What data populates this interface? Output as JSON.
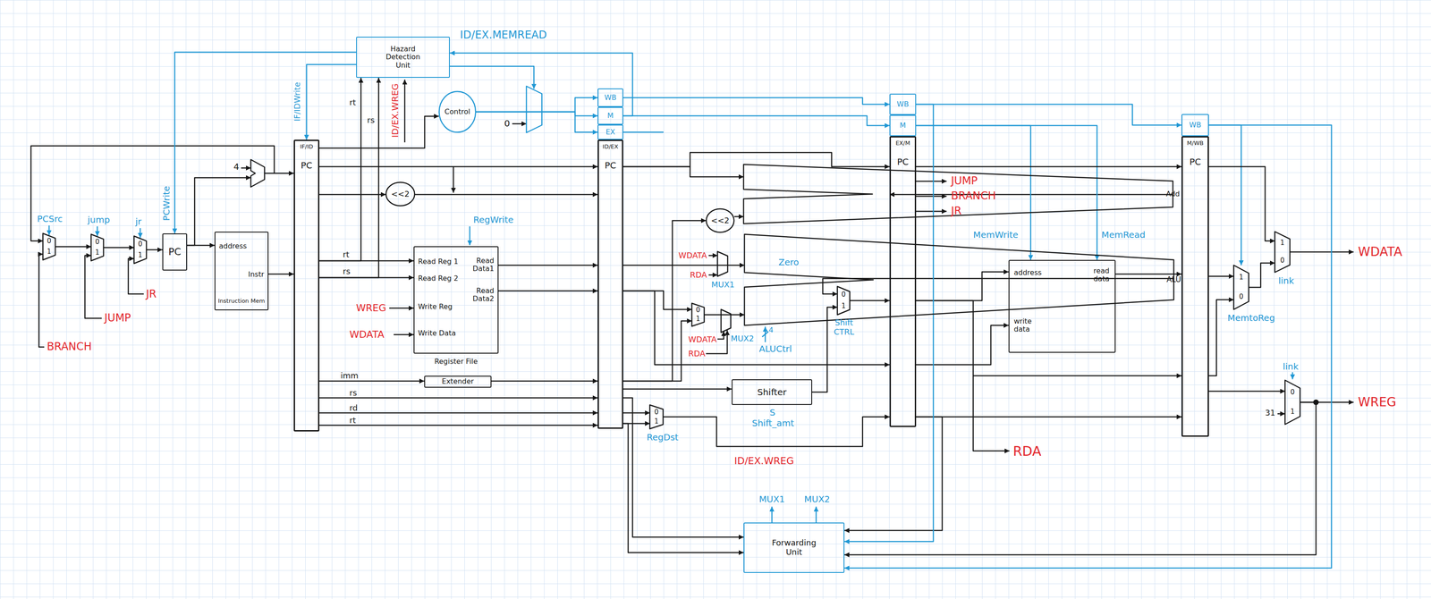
{
  "diagram": {
    "nodes": [
      {
        "text": [
          "0",
          "1"
        ]
      },
      {
        "text": [
          "0",
          "1"
        ]
      },
      {
        "text": [
          "0",
          "1"
        ]
      },
      {
        "text": [
          "PC"
        ]
      },
      {
        "text": [
          "address",
          "Instr",
          "Instruction Mem"
        ]
      },
      {
        "text": [
          "IF/ID",
          "PC"
        ]
      },
      {
        "text": [
          "Hazard Detection Unit"
        ]
      },
      {
        "text": [
          "Control"
        ]
      },
      {
        "text": [
          "<<2"
        ]
      },
      {
        "text": [
          "Read Reg 1",
          "Read Reg 2",
          "Write Reg",
          "Write Data",
          "Read Data1",
          "Read Data2",
          "Register File"
        ]
      },
      {
        "text": [
          "Extender"
        ]
      },
      {
        "text": [
          "WB"
        ]
      },
      {
        "text": [
          "M"
        ]
      },
      {
        "text": [
          "EX"
        ]
      },
      {
        "text": [
          "ID/EX",
          "PC"
        ]
      },
      {
        "text": [
          "Add"
        ]
      },
      {
        "text": [
          "<<2"
        ]
      },
      {
        "text": [
          "ALU"
        ]
      },
      {
        "text": [
          "0",
          "1"
        ]
      },
      {
        "text": [
          "0",
          "1"
        ]
      },
      {
        "text": [
          "Shifter"
        ]
      },
      {
        "text": [
          "0",
          "1"
        ]
      },
      {
        "text": [
          "WB"
        ]
      },
      {
        "text": [
          "M"
        ]
      },
      {
        "text": [
          "EX/M",
          "PC"
        ]
      },
      {
        "text": [
          "address",
          "read data",
          "write data"
        ]
      },
      {
        "text": [
          "WB"
        ]
      },
      {
        "text": [
          "M/WB",
          "PC"
        ]
      },
      {
        "text": [
          "1",
          "0"
        ]
      },
      {
        "text": [
          "1",
          "0"
        ]
      },
      {
        "text": [
          "0",
          "1"
        ]
      },
      {
        "text": [
          "Forwarding Unit"
        ]
      }
    ],
    "edges": [
      {
        "from": 0,
        "to": 1,
        "arrow": "to"
      },
      {
        "from": 1,
        "to": 2,
        "arrow": "to"
      },
      {
        "from": 2,
        "to": 3,
        "arrow": "to"
      },
      {
        "from": 3,
        "to": 4,
        "arrow": "to"
      },
      {
        "from": 4,
        "to": 5,
        "arrow": "to"
      },
      {
        "from": 5,
        "to": 9,
        "arrow": "to"
      },
      {
        "from": 5,
        "to": 9,
        "arrow": "to"
      },
      {
        "from": 5,
        "to": 10,
        "arrow": "to"
      },
      {
        "from": 5,
        "to": 14,
        "arrow": "to"
      },
      {
        "from": 5,
        "to": 14,
        "arrow": "to"
      },
      {
        "from": 5,
        "to": 14,
        "arrow": "to"
      },
      {
        "from": 5,
        "to": 14,
        "arrow": "to"
      },
      {
        "from": 5,
        "to": 8,
        "arrow": "to"
      },
      {
        "from": 8,
        "to": 14,
        "arrow": "to"
      },
      {
        "from": 5,
        "to": 6,
        "arrow": "to"
      },
      {
        "from": 5,
        "to": 6,
        "arrow": "to"
      },
      {
        "from": 5,
        "to": 7,
        "arrow": "to"
      },
      {
        "from": 6,
        "to": 3,
        "arrow": "to"
      },
      {
        "from": 6,
        "to": 5,
        "arrow": "to"
      },
      {
        "from": 12,
        "to": 6,
        "arrow": "to"
      },
      {
        "from": 7,
        "to": 11,
        "arrow": "to"
      },
      {
        "from": 7,
        "to": 12,
        "arrow": "to"
      },
      {
        "from": 7,
        "to": 13,
        "arrow": "to"
      },
      {
        "from": 9,
        "to": 14,
        "arrow": "to"
      },
      {
        "from": 9,
        "to": 14,
        "arrow": "to"
      },
      {
        "from": 10,
        "to": 14,
        "arrow": "to"
      },
      {
        "from": 11,
        "to": 22,
        "arrow": "to"
      },
      {
        "from": 12,
        "to": 23,
        "arrow": "to"
      },
      {
        "from": 14,
        "to": 15,
        "arrow": "to"
      },
      {
        "from": 14,
        "to": 16,
        "arrow": "to"
      },
      {
        "from": 16,
        "to": 15,
        "arrow": "to"
      },
      {
        "from": 14,
        "to": 24,
        "arrow": "to"
      },
      {
        "from": 15,
        "to": 24,
        "arrow": "to"
      },
      {
        "from": 14,
        "to": 17,
        "arrow": "to"
      },
      {
        "from": 14,
        "to": 18,
        "arrow": "to"
      },
      {
        "from": 14,
        "to": 18,
        "arrow": "to"
      },
      {
        "from": 18,
        "to": 17,
        "arrow": "to"
      },
      {
        "from": 17,
        "to": 19,
        "arrow": "to"
      },
      {
        "from": 14,
        "to": 20,
        "arrow": "to"
      },
      {
        "from": 20,
        "to": 19,
        "arrow": "to"
      },
      {
        "from": 19,
        "to": 24,
        "arrow": "to"
      },
      {
        "from": 14,
        "to": 24,
        "arrow": "to"
      },
      {
        "from": 14,
        "to": 21,
        "arrow": "to"
      },
      {
        "from": 14,
        "to": 21,
        "arrow": "to"
      },
      {
        "from": 21,
        "to": 24,
        "arrow": "to"
      },
      {
        "from": 22,
        "to": 26,
        "arrow": "to"
      },
      {
        "from": 23,
        "to": 25,
        "arrow": "to"
      },
      {
        "from": 23,
        "to": 25,
        "arrow": "to"
      },
      {
        "from": 24,
        "to": 25,
        "arrow": "to"
      },
      {
        "from": 24,
        "to": 25,
        "arrow": "to"
      },
      {
        "from": 24,
        "to": 27,
        "arrow": "to"
      },
      {
        "from": 25,
        "to": 27,
        "arrow": "to"
      },
      {
        "from": 24,
        "to": 27,
        "arrow": "to"
      },
      {
        "from": 24,
        "to": 27,
        "arrow": "to"
      },
      {
        "from": 26,
        "to": 28,
        "arrow": "to"
      },
      {
        "from": 27,
        "to": 28,
        "arrow": "to"
      },
      {
        "from": 27,
        "to": 28,
        "arrow": "to"
      },
      {
        "from": 28,
        "to": 29,
        "arrow": "to"
      },
      {
        "from": 27,
        "to": 29,
        "arrow": "to"
      },
      {
        "from": 27,
        "to": 30,
        "arrow": "to"
      },
      {
        "from": 14,
        "to": 31,
        "arrow": "to"
      },
      {
        "from": 14,
        "to": 31,
        "arrow": "to"
      },
      {
        "from": 24,
        "to": 31,
        "arrow": "to"
      },
      {
        "from": 22,
        "to": 31,
        "arrow": "to"
      },
      {
        "from": 26,
        "to": 31,
        "arrow": "to"
      },
      {
        "from": 30,
        "to": 31,
        "arrow": "to"
      }
    ],
    "labels": [
      "PCSrc",
      "jump",
      "jr",
      "PCWrite",
      "JR",
      "JUMP",
      "BRANCH",
      "4",
      "IF/IDWrite",
      "ID/EX.MEMREAD",
      "rt",
      "rs",
      "ID/EX.WREG",
      "0",
      "rt",
      "rs",
      "WREG",
      "WDATA",
      "RegWrite",
      "imm",
      "rs",
      "rd",
      "rt",
      "JUMP",
      "BRANCH",
      "JR",
      "WDATA",
      "RDA",
      "MUX1",
      "WDATA",
      "RDA",
      "MUX2",
      "Zero",
      "4",
      "ALUCtrl",
      "Shift CTRL",
      "S",
      "Shift_amt",
      "RegDst",
      "ID/EX.WREG",
      "MUX1",
      "MUX2",
      "RDA",
      "MemWrite",
      "MemRead",
      "WDATA",
      "link",
      "MemtoReg",
      "link",
      "31",
      "WREG"
    ]
  }
}
